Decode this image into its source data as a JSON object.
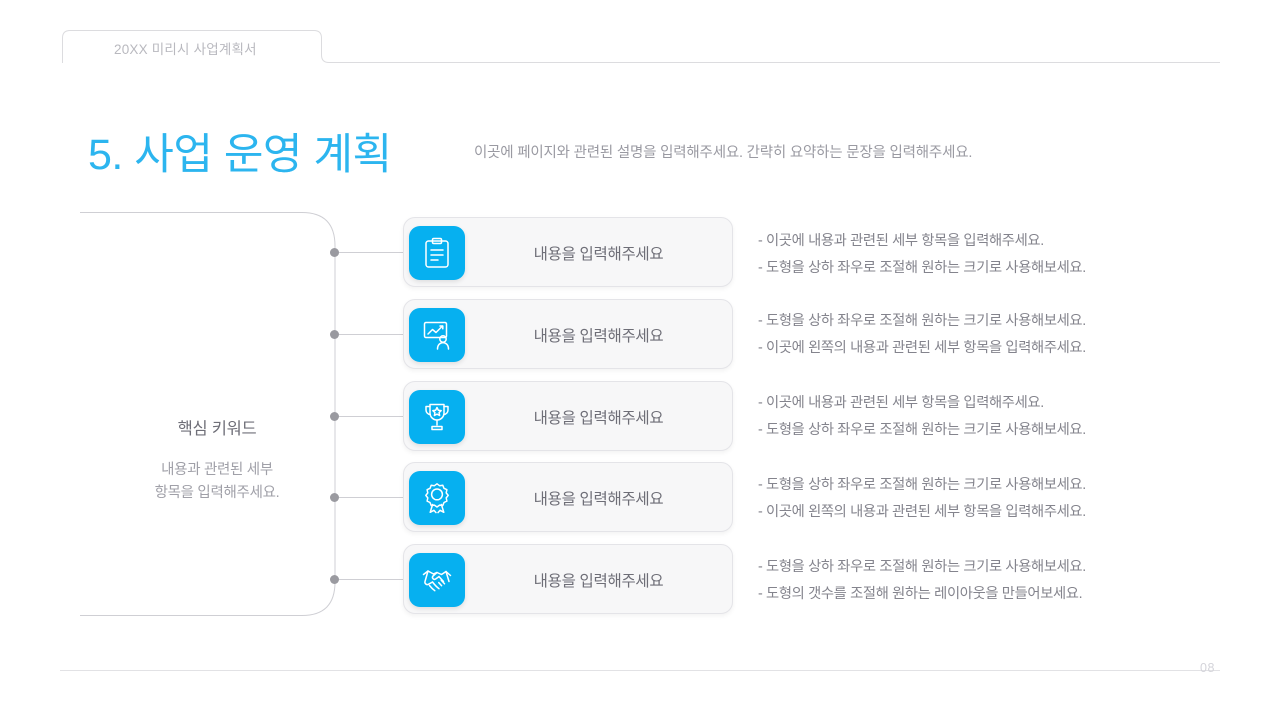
{
  "header": {
    "tab_label": "20XX 미리시 사업계획서"
  },
  "title": {
    "heading": "5. 사업 운영 계획",
    "subtitle": "이곳에 페이지와 관련된 설명을 입력해주세요. 간략히 요약하는 문장을 입력해주세요."
  },
  "keyword_panel": {
    "title": "핵심 키워드",
    "desc_line1": "내용과 관련된 세부",
    "desc_line2": "항목을 입력해주세요."
  },
  "rows": [
    {
      "icon": "clipboard-icon",
      "label": "내용을 입력해주세요",
      "desc_line1": "- 이곳에 내용과 관련된 세부 항목을 입력해주세요.",
      "desc_line2": "- 도형을 상하 좌우로 조절해 원하는 크기로 사용해보세요."
    },
    {
      "icon": "presentation-person-icon",
      "label": "내용을 입력해주세요",
      "desc_line1": "- 도형을 상하 좌우로 조절해 원하는 크기로 사용해보세요.",
      "desc_line2": "- 이곳에 왼쪽의 내용과 관련된 세부 항목을 입력해주세요."
    },
    {
      "icon": "trophy-icon",
      "label": "내용을 입력해주세요",
      "desc_line1": "- 이곳에 내용과 관련된 세부 항목을 입력해주세요.",
      "desc_line2": "- 도형을 상하 좌우로 조절해 원하는 크기로 사용해보세요."
    },
    {
      "icon": "award-ribbon-icon",
      "label": "내용을 입력해주세요",
      "desc_line1": "- 도형을 상하 좌우로 조절해 원하는 크기로 사용해보세요.",
      "desc_line2": "- 이곳에 왼쪽의 내용과 관련된 세부 항목을 입력해주세요."
    },
    {
      "icon": "handshake-icon",
      "label": "내용을 입력해주세요",
      "desc_line1": "- 도형을 상하 좌우로 조절해 원하는 크기로 사용해보세요.",
      "desc_line2": "- 도형의 갯수를 조절해 원하는 레이아웃을 만들어보세요."
    }
  ],
  "footer": {
    "page_number": "08"
  },
  "colors": {
    "accent_blue": "#06b0f0",
    "title_blue": "#2cb5ef",
    "card_bg": "#f7f7f8",
    "text_gray": "#84848d"
  }
}
